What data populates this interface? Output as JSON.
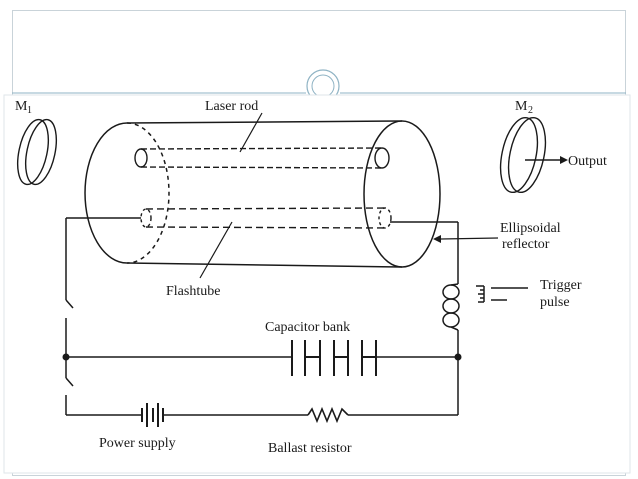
{
  "labels": {
    "m1": "M",
    "m1_sub": "1",
    "m2": "M",
    "m2_sub": "2",
    "laser_rod": "Laser rod",
    "output": "Output",
    "ellipsoidal": "Ellipsoidal",
    "reflector": "reflector",
    "flashtube": "Flashtube",
    "trigger": "Trigger",
    "pulse": "pulse",
    "capacitor_bank": "Capacitor bank",
    "power_supply": "Power supply",
    "ballast_resistor": "Ballast resistor"
  },
  "colors": {
    "ink": "#1a1a1a",
    "frame": "#c9d3d9",
    "accent_ring": "#8fb3c4"
  }
}
